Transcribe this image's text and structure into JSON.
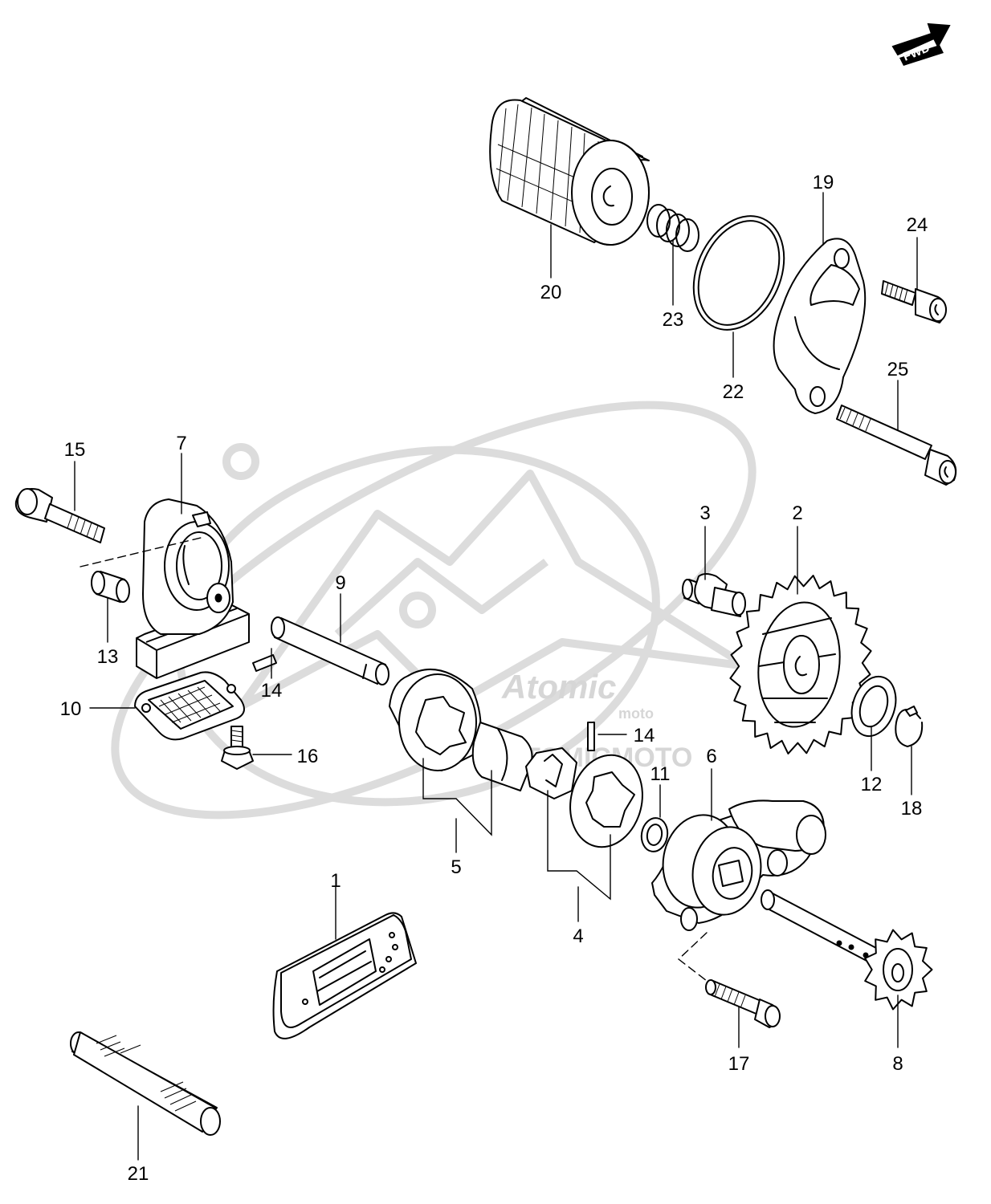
{
  "diagram": {
    "fwd_label": "FWD",
    "watermark": {
      "logo_text": "Atomic",
      "logo_sub": "moto",
      "site_text": "ATOMICMOTO"
    },
    "callouts": [
      {
        "id": "c1",
        "label": "1"
      },
      {
        "id": "c2",
        "label": "2"
      },
      {
        "id": "c3",
        "label": "3"
      },
      {
        "id": "c4",
        "label": "4"
      },
      {
        "id": "c5",
        "label": "5"
      },
      {
        "id": "c6",
        "label": "6"
      },
      {
        "id": "c7",
        "label": "7"
      },
      {
        "id": "c8",
        "label": "8"
      },
      {
        "id": "c9",
        "label": "9"
      },
      {
        "id": "c10",
        "label": "10"
      },
      {
        "id": "c11",
        "label": "11"
      },
      {
        "id": "c12",
        "label": "12"
      },
      {
        "id": "c13",
        "label": "13"
      },
      {
        "id": "c14a",
        "label": "14"
      },
      {
        "id": "c14b",
        "label": "14"
      },
      {
        "id": "c15",
        "label": "15"
      },
      {
        "id": "c16",
        "label": "16"
      },
      {
        "id": "c17",
        "label": "17"
      },
      {
        "id": "c18",
        "label": "18"
      },
      {
        "id": "c19",
        "label": "19"
      },
      {
        "id": "c20",
        "label": "20"
      },
      {
        "id": "c21",
        "label": "21"
      },
      {
        "id": "c22",
        "label": "22"
      },
      {
        "id": "c23",
        "label": "23"
      },
      {
        "id": "c24",
        "label": "24"
      },
      {
        "id": "c25",
        "label": "25"
      }
    ]
  }
}
